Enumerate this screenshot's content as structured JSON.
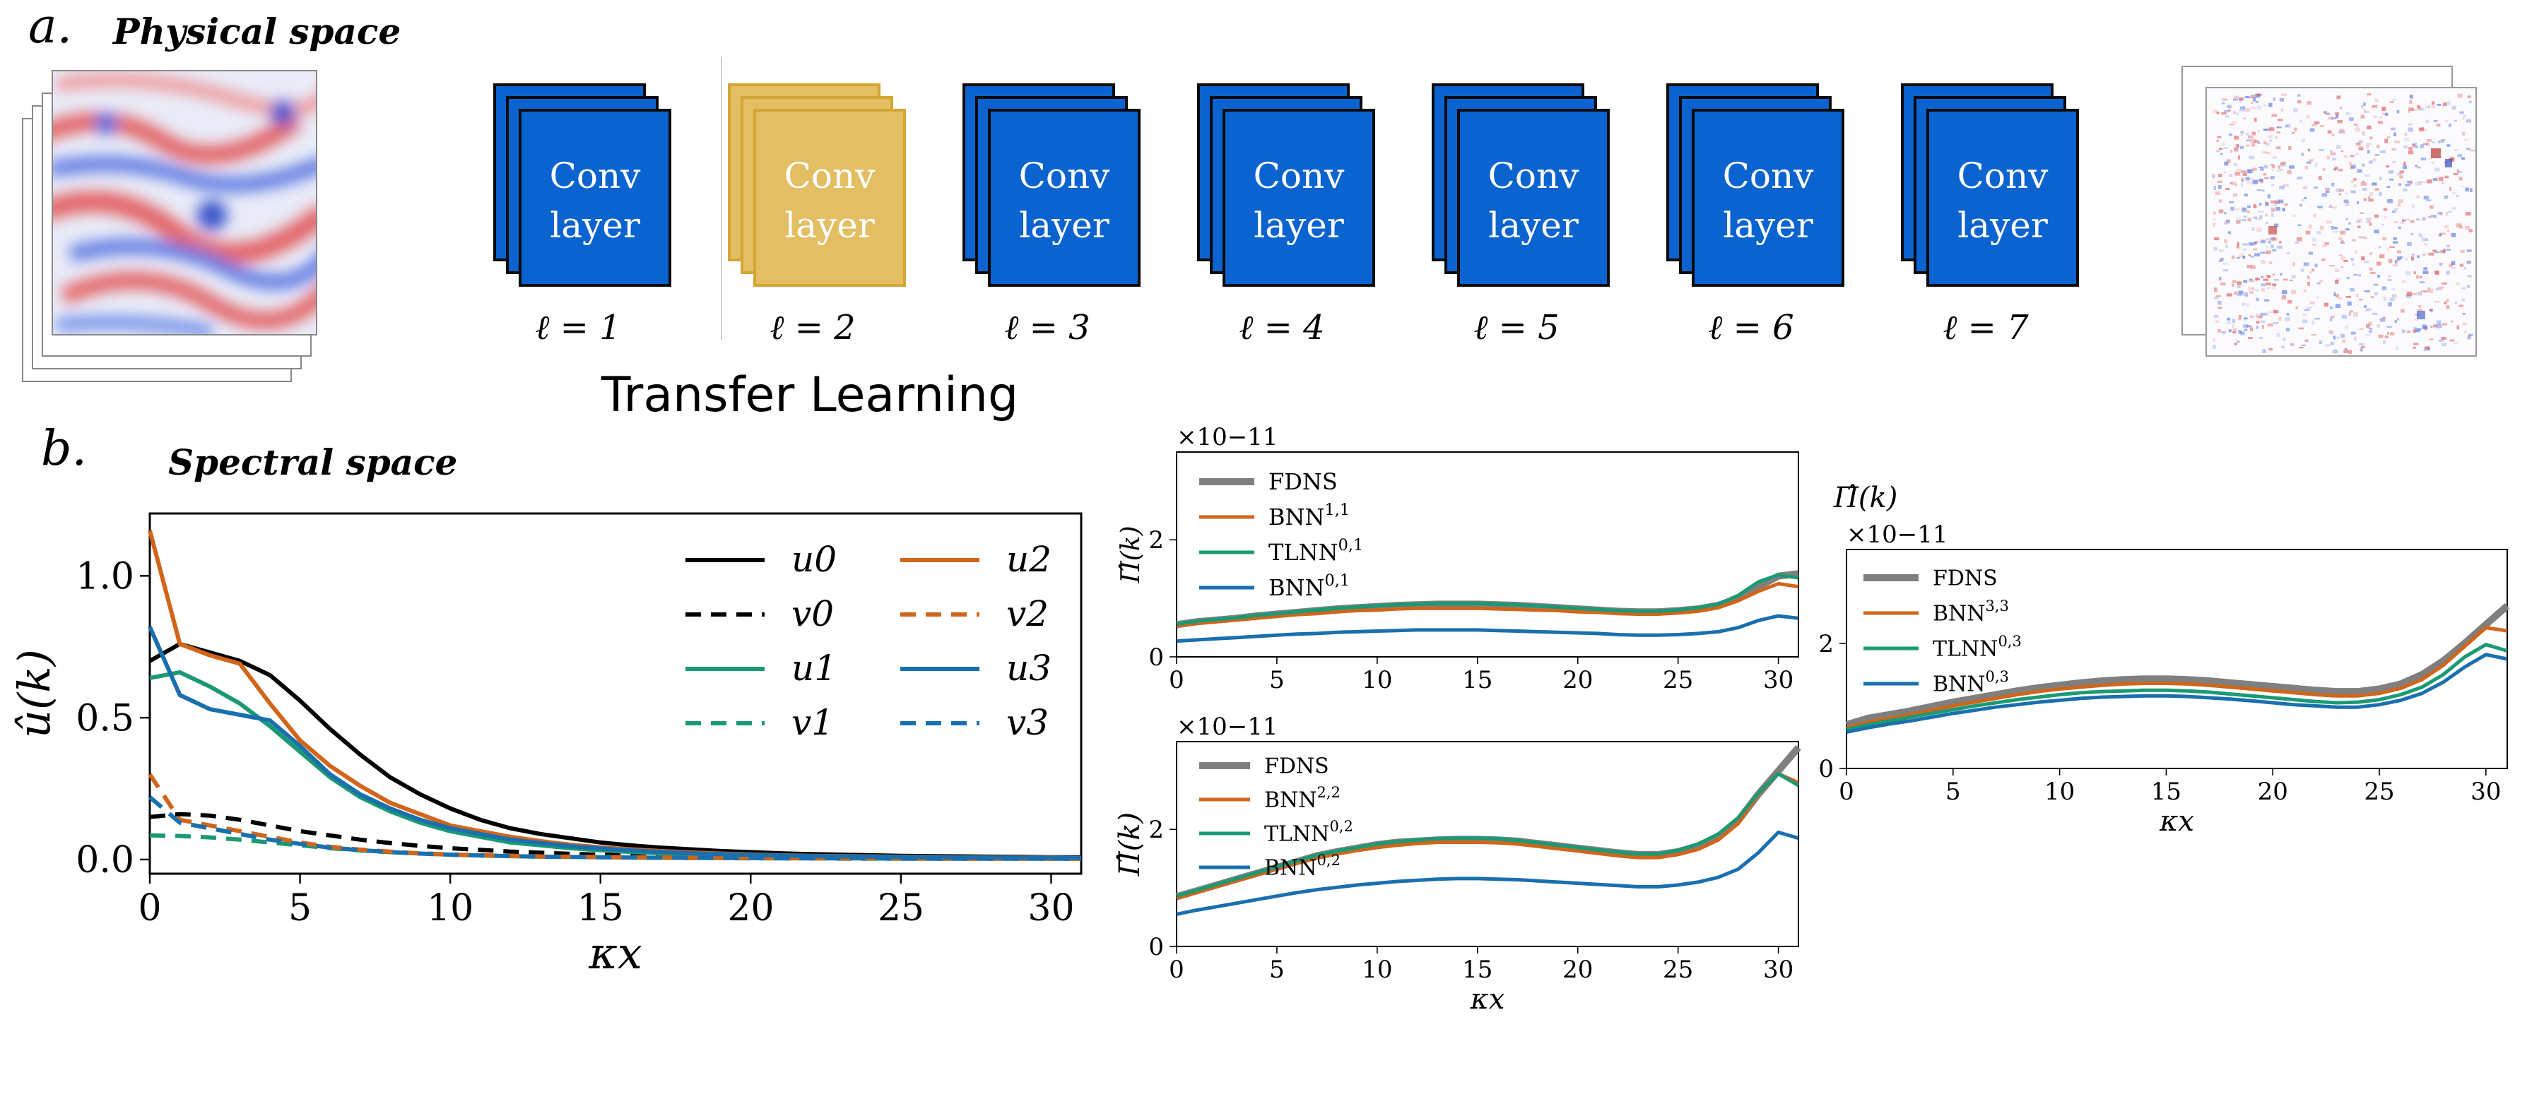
{
  "panel_a": {
    "letter": "a.",
    "heading": "Physical space",
    "layers": [
      {
        "line1": "Conv",
        "line2": "layer",
        "label": "ℓ = 1",
        "highlight": false
      },
      {
        "line1": "Conv",
        "line2": "layer",
        "label": "ℓ = 2",
        "highlight": true
      },
      {
        "line1": "Conv",
        "line2": "layer",
        "label": "ℓ = 3",
        "highlight": false
      },
      {
        "line1": "Conv",
        "line2": "layer",
        "label": "ℓ = 4",
        "highlight": false
      },
      {
        "line1": "Conv",
        "line2": "layer",
        "label": "ℓ = 5",
        "highlight": false
      },
      {
        "line1": "Conv",
        "line2": "layer",
        "label": "ℓ = 6",
        "highlight": false
      },
      {
        "line1": "Conv",
        "line2": "layer",
        "label": "ℓ = 7",
        "highlight": false
      }
    ],
    "caption": "Transfer Learning",
    "colors": {
      "conv": "#0b63cf",
      "conv_highlight": "#e3be62"
    }
  },
  "panel_b": {
    "letter": "b.",
    "heading": "Spectral space"
  },
  "chart_data": [
    {
      "type": "line",
      "xlabel": "κx",
      "ylabel": "û(k)",
      "xlim": [
        0,
        31
      ],
      "ylim": [
        -0.05,
        1.22
      ],
      "xticks": [
        0,
        5,
        10,
        15,
        20,
        25,
        30
      ],
      "yticks": [
        0.0,
        0.5,
        1.0
      ],
      "ytick_labels": [
        "0.0",
        "0.5",
        "1.0"
      ],
      "legend": "top-right",
      "x": [
        0,
        1,
        2,
        3,
        4,
        5,
        6,
        7,
        8,
        9,
        10,
        11,
        12,
        13,
        14,
        15,
        16,
        17,
        18,
        19,
        20,
        21,
        22,
        23,
        24,
        25,
        26,
        27,
        28,
        29,
        30,
        31
      ],
      "series": [
        {
          "name": "u0",
          "color": "#000000",
          "dash": false,
          "values": [
            0.7,
            0.76,
            0.73,
            0.7,
            0.65,
            0.56,
            0.46,
            0.37,
            0.29,
            0.23,
            0.18,
            0.14,
            0.11,
            0.09,
            0.075,
            0.06,
            0.05,
            0.042,
            0.036,
            0.03,
            0.026,
            0.022,
            0.019,
            0.017,
            0.015,
            0.013,
            0.012,
            0.011,
            0.01,
            0.009,
            0.008,
            0.008
          ]
        },
        {
          "name": "v0",
          "color": "#000000",
          "dash": true,
          "values": [
            0.15,
            0.16,
            0.155,
            0.14,
            0.12,
            0.1,
            0.085,
            0.07,
            0.058,
            0.048,
            0.04,
            0.034,
            0.028,
            0.024,
            0.02,
            0.017,
            0.015,
            0.013,
            0.011,
            0.01,
            0.009,
            0.008,
            0.007,
            0.006,
            0.006,
            0.005,
            0.005,
            0.004,
            0.004,
            0.004,
            0.004,
            0.003
          ]
        },
        {
          "name": "u1",
          "color": "#1a9a74",
          "dash": false,
          "values": [
            0.64,
            0.66,
            0.61,
            0.55,
            0.47,
            0.38,
            0.29,
            0.22,
            0.17,
            0.13,
            0.1,
            0.08,
            0.06,
            0.05,
            0.04,
            0.033,
            0.027,
            0.022,
            0.018,
            0.015,
            0.013,
            0.011,
            0.01,
            0.009,
            0.008,
            0.007,
            0.006,
            0.006,
            0.005,
            0.005,
            0.005,
            0.004
          ]
        },
        {
          "name": "v1",
          "color": "#1a9a74",
          "dash": true,
          "values": [
            0.085,
            0.083,
            0.078,
            0.07,
            0.06,
            0.05,
            0.04,
            0.032,
            0.026,
            0.021,
            0.017,
            0.014,
            0.012,
            0.01,
            0.009,
            0.008,
            0.007,
            0.006,
            0.005,
            0.005,
            0.004,
            0.004,
            0.004,
            0.003,
            0.003,
            0.003,
            0.003,
            0.003,
            0.003,
            0.003,
            0.003,
            0.003
          ]
        },
        {
          "name": "u2",
          "color": "#d1651a",
          "dash": false,
          "values": [
            1.16,
            0.76,
            0.72,
            0.69,
            0.55,
            0.42,
            0.33,
            0.26,
            0.2,
            0.16,
            0.12,
            0.1,
            0.08,
            0.065,
            0.052,
            0.043,
            0.036,
            0.03,
            0.025,
            0.021,
            0.018,
            0.015,
            0.013,
            0.012,
            0.011,
            0.01,
            0.009,
            0.008,
            0.008,
            0.007,
            0.007,
            0.006
          ]
        },
        {
          "name": "v2",
          "color": "#d1651a",
          "dash": true,
          "values": [
            0.3,
            0.14,
            0.12,
            0.1,
            0.08,
            0.06,
            0.045,
            0.035,
            0.028,
            0.022,
            0.018,
            0.015,
            0.013,
            0.011,
            0.01,
            0.009,
            0.008,
            0.007,
            0.006,
            0.006,
            0.005,
            0.005,
            0.004,
            0.004,
            0.004,
            0.004,
            0.003,
            0.003,
            0.003,
            0.003,
            0.003,
            0.003
          ]
        },
        {
          "name": "u3",
          "color": "#1a6fae",
          "dash": false,
          "values": [
            0.82,
            0.58,
            0.53,
            0.51,
            0.49,
            0.4,
            0.3,
            0.23,
            0.18,
            0.14,
            0.11,
            0.09,
            0.07,
            0.058,
            0.047,
            0.039,
            0.032,
            0.027,
            0.022,
            0.019,
            0.016,
            0.014,
            0.012,
            0.011,
            0.01,
            0.009,
            0.008,
            0.007,
            0.007,
            0.006,
            0.006,
            0.006
          ]
        },
        {
          "name": "v3",
          "color": "#1a6fae",
          "dash": true,
          "values": [
            0.22,
            0.13,
            0.11,
            0.09,
            0.07,
            0.055,
            0.042,
            0.033,
            0.026,
            0.021,
            0.017,
            0.014,
            0.012,
            0.01,
            0.009,
            0.008,
            0.007,
            0.006,
            0.006,
            0.005,
            0.005,
            0.004,
            0.004,
            0.004,
            0.004,
            0.003,
            0.003,
            0.003,
            0.003,
            0.003,
            0.003,
            0.003
          ]
        }
      ]
    },
    {
      "type": "line",
      "exponent": "×10−11",
      "ylabel": "Π̂(k)",
      "xlabel": "",
      "xlim": [
        0,
        31
      ],
      "ylim": [
        0,
        3.5
      ],
      "xticks": [
        0,
        5,
        10,
        15,
        20,
        25,
        30
      ],
      "yticks": [
        0,
        2
      ],
      "legend": "top-left",
      "x": [
        0,
        1,
        2,
        3,
        4,
        5,
        6,
        7,
        8,
        9,
        10,
        11,
        12,
        13,
        14,
        15,
        16,
        17,
        18,
        19,
        20,
        21,
        22,
        23,
        24,
        25,
        26,
        27,
        28,
        29,
        30,
        31
      ],
      "series": [
        {
          "name": "FDNS",
          "color": "#7f7f7f",
          "width": 10,
          "values": [
            0.55,
            0.6,
            0.63,
            0.66,
            0.7,
            0.73,
            0.76,
            0.79,
            0.82,
            0.84,
            0.86,
            0.88,
            0.89,
            0.9,
            0.9,
            0.9,
            0.89,
            0.88,
            0.86,
            0.84,
            0.82,
            0.8,
            0.78,
            0.77,
            0.77,
            0.79,
            0.82,
            0.88,
            1.0,
            1.2,
            1.38,
            1.42
          ]
        },
        {
          "name": "BNN",
          "sup": "1,1",
          "color": "#d1651a",
          "width": 5,
          "values": [
            0.52,
            0.57,
            0.6,
            0.63,
            0.66,
            0.69,
            0.72,
            0.74,
            0.77,
            0.79,
            0.8,
            0.82,
            0.83,
            0.83,
            0.83,
            0.83,
            0.82,
            0.81,
            0.8,
            0.79,
            0.77,
            0.76,
            0.74,
            0.73,
            0.73,
            0.75,
            0.78,
            0.84,
            0.96,
            1.12,
            1.25,
            1.2
          ]
        },
        {
          "name": "TLNN",
          "sup": "0,1",
          "color": "#1a9a74",
          "width": 5,
          "values": [
            0.56,
            0.61,
            0.64,
            0.67,
            0.71,
            0.74,
            0.77,
            0.8,
            0.83,
            0.85,
            0.87,
            0.89,
            0.9,
            0.91,
            0.91,
            0.91,
            0.9,
            0.89,
            0.87,
            0.85,
            0.83,
            0.81,
            0.79,
            0.78,
            0.78,
            0.8,
            0.84,
            0.9,
            1.05,
            1.28,
            1.4,
            1.35
          ]
        },
        {
          "name": "BNN",
          "sup": "0,1",
          "color": "#1a6fae",
          "width": 5,
          "values": [
            0.27,
            0.29,
            0.31,
            0.33,
            0.35,
            0.37,
            0.39,
            0.4,
            0.42,
            0.43,
            0.44,
            0.45,
            0.46,
            0.46,
            0.46,
            0.46,
            0.45,
            0.44,
            0.43,
            0.42,
            0.41,
            0.4,
            0.38,
            0.37,
            0.37,
            0.38,
            0.4,
            0.43,
            0.5,
            0.62,
            0.7,
            0.66
          ]
        }
      ]
    },
    {
      "type": "line",
      "exponent": "×10−11",
      "ylabel": "Π̂(k)",
      "xlabel": "κx",
      "xlim": [
        0,
        31
      ],
      "ylim": [
        0,
        3.5
      ],
      "xticks": [
        0,
        5,
        10,
        15,
        20,
        25,
        30
      ],
      "yticks": [
        0,
        2
      ],
      "legend": "top-left",
      "x": [
        0,
        1,
        2,
        3,
        4,
        5,
        6,
        7,
        8,
        9,
        10,
        11,
        12,
        13,
        14,
        15,
        16,
        17,
        18,
        19,
        20,
        21,
        22,
        23,
        24,
        25,
        26,
        27,
        28,
        29,
        30,
        31
      ],
      "series": [
        {
          "name": "FDNS",
          "color": "#7f7f7f",
          "width": 10,
          "values": [
            0.85,
            0.95,
            1.05,
            1.15,
            1.25,
            1.35,
            1.45,
            1.55,
            1.62,
            1.68,
            1.74,
            1.78,
            1.8,
            1.82,
            1.83,
            1.83,
            1.82,
            1.8,
            1.76,
            1.72,
            1.68,
            1.64,
            1.6,
            1.57,
            1.57,
            1.62,
            1.72,
            1.88,
            2.15,
            2.6,
            3.0,
            3.4
          ]
        },
        {
          "name": "BNN",
          "sup": "2,2",
          "color": "#d1651a",
          "width": 5,
          "values": [
            0.82,
            0.92,
            1.02,
            1.12,
            1.22,
            1.32,
            1.42,
            1.51,
            1.58,
            1.64,
            1.69,
            1.73,
            1.76,
            1.78,
            1.78,
            1.78,
            1.77,
            1.75,
            1.71,
            1.67,
            1.63,
            1.59,
            1.55,
            1.52,
            1.52,
            1.57,
            1.66,
            1.82,
            2.1,
            2.6,
            2.95,
            2.8
          ]
        },
        {
          "name": "TLNN",
          "sup": "0,2",
          "color": "#1a9a74",
          "width": 5,
          "values": [
            0.86,
            0.96,
            1.06,
            1.16,
            1.26,
            1.36,
            1.46,
            1.56,
            1.63,
            1.69,
            1.75,
            1.79,
            1.82,
            1.84,
            1.85,
            1.85,
            1.84,
            1.81,
            1.77,
            1.73,
            1.69,
            1.65,
            1.61,
            1.58,
            1.58,
            1.64,
            1.75,
            1.92,
            2.2,
            2.62,
            2.95,
            2.75
          ]
        },
        {
          "name": "BNN",
          "sup": "0,2",
          "color": "#1a6fae",
          "width": 5,
          "values": [
            0.55,
            0.62,
            0.68,
            0.74,
            0.8,
            0.86,
            0.92,
            0.97,
            1.01,
            1.05,
            1.08,
            1.11,
            1.13,
            1.15,
            1.16,
            1.16,
            1.15,
            1.14,
            1.12,
            1.1,
            1.08,
            1.06,
            1.04,
            1.02,
            1.02,
            1.05,
            1.1,
            1.18,
            1.32,
            1.6,
            1.95,
            1.85
          ]
        }
      ]
    },
    {
      "type": "line",
      "exponent": "×10−11",
      "ylabel": "Π̂(k)",
      "xlabel": "κx",
      "xlim": [
        0,
        31
      ],
      "ylim": [
        0,
        3.5
      ],
      "xticks": [
        0,
        5,
        10,
        15,
        20,
        25,
        30
      ],
      "yticks": [
        0,
        2
      ],
      "legend": "top-left",
      "x": [
        0,
        1,
        2,
        3,
        4,
        5,
        6,
        7,
        8,
        9,
        10,
        11,
        12,
        13,
        14,
        15,
        16,
        17,
        18,
        19,
        20,
        21,
        22,
        23,
        24,
        25,
        26,
        27,
        28,
        29,
        30,
        31
      ],
      "series": [
        {
          "name": "FDNS",
          "color": "#7f7f7f",
          "width": 10,
          "values": [
            0.7,
            0.8,
            0.86,
            0.92,
            0.99,
            1.06,
            1.12,
            1.18,
            1.24,
            1.29,
            1.33,
            1.37,
            1.4,
            1.42,
            1.43,
            1.43,
            1.42,
            1.4,
            1.37,
            1.34,
            1.31,
            1.28,
            1.25,
            1.23,
            1.23,
            1.27,
            1.35,
            1.5,
            1.72,
            2.0,
            2.3,
            2.6
          ]
        },
        {
          "name": "BNN",
          "sup": "3,3",
          "color": "#d1651a",
          "width": 5,
          "values": [
            0.65,
            0.74,
            0.8,
            0.86,
            0.93,
            1.0,
            1.06,
            1.12,
            1.18,
            1.23,
            1.27,
            1.3,
            1.33,
            1.35,
            1.36,
            1.36,
            1.35,
            1.33,
            1.3,
            1.27,
            1.24,
            1.21,
            1.18,
            1.16,
            1.16,
            1.2,
            1.28,
            1.42,
            1.65,
            1.95,
            2.25,
            2.2
          ]
        },
        {
          "name": "TLNN",
          "sup": "0,3",
          "color": "#1a9a74",
          "width": 5,
          "values": [
            0.62,
            0.7,
            0.76,
            0.82,
            0.88,
            0.94,
            1.0,
            1.05,
            1.1,
            1.14,
            1.18,
            1.21,
            1.23,
            1.24,
            1.25,
            1.25,
            1.24,
            1.22,
            1.19,
            1.16,
            1.13,
            1.1,
            1.07,
            1.05,
            1.06,
            1.1,
            1.18,
            1.3,
            1.5,
            1.78,
            1.98,
            1.88
          ]
        },
        {
          "name": "BNN",
          "sup": "0,3",
          "color": "#1a6fae",
          "width": 5,
          "values": [
            0.58,
            0.65,
            0.71,
            0.76,
            0.82,
            0.88,
            0.93,
            0.98,
            1.02,
            1.06,
            1.09,
            1.12,
            1.14,
            1.15,
            1.16,
            1.16,
            1.15,
            1.13,
            1.11,
            1.08,
            1.05,
            1.02,
            1.0,
            0.98,
            0.98,
            1.02,
            1.09,
            1.2,
            1.38,
            1.62,
            1.82,
            1.75
          ]
        }
      ]
    }
  ]
}
